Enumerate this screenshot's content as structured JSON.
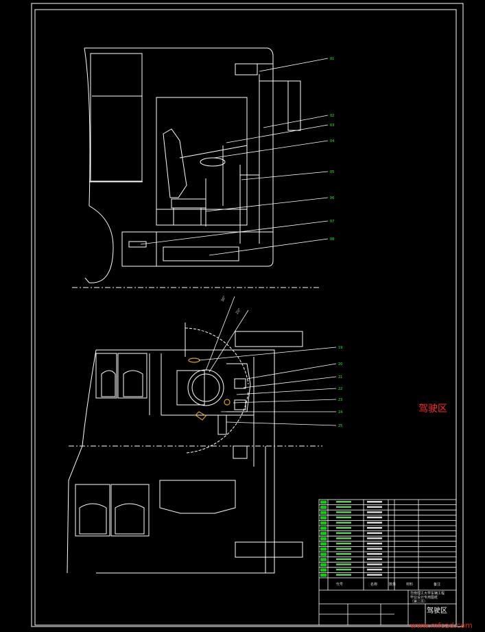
{
  "drawing": {
    "callouts_side": [
      "01",
      "02",
      "03",
      "04",
      "05",
      "06",
      "07",
      "08"
    ],
    "callouts_plan": [
      "19",
      "20",
      "21",
      "22",
      "23",
      "24",
      "25"
    ],
    "angle_labels": [
      "30°",
      "20°"
    ],
    "annotation_red": "驾驶区",
    "title_block": {
      "drawing_title": "驾驶区",
      "col_code": "代号",
      "col_name": "名称",
      "col_qty": "数量",
      "col_material": "材料",
      "col_remark": "备注",
      "school_lines": [
        "华南理工大学车辆工程",
        "毕业设计专用图纸",
        "（第二页）"
      ]
    },
    "watermark": "www.mfcad.com"
  }
}
